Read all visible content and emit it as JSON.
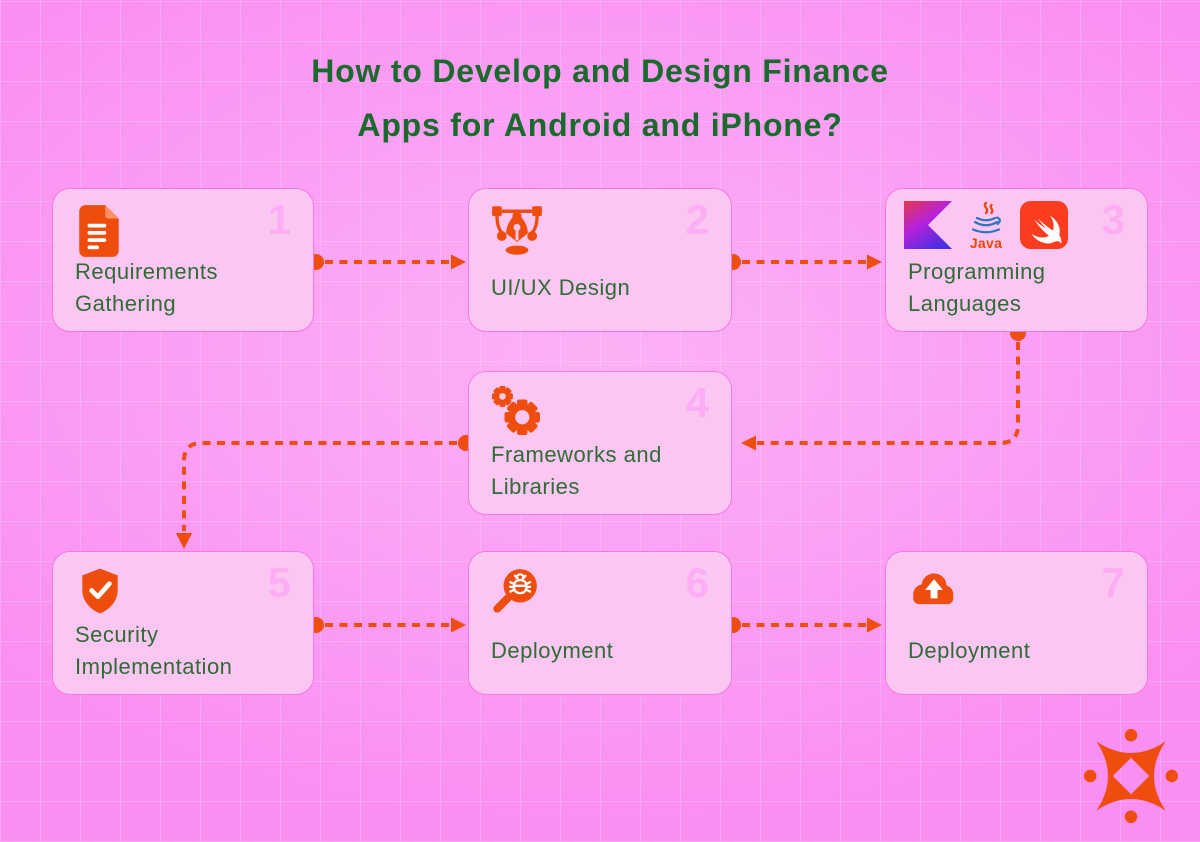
{
  "title": {
    "line1": "How to Develop and Design Finance",
    "line2": "Apps for Android and iPhone?"
  },
  "steps": [
    {
      "number": "1",
      "label": "Requirements Gathering",
      "icon": "document-icon"
    },
    {
      "number": "2",
      "label": "UI/UX Design",
      "icon": "pen-tool-icon"
    },
    {
      "number": "3",
      "label": "Programming Languages",
      "icon": "programming-language-logos"
    },
    {
      "number": "4",
      "label": "Frameworks and Libraries",
      "icon": "gears-icon"
    },
    {
      "number": "5",
      "label": "Security Implementation",
      "icon": "shield-check-icon"
    },
    {
      "number": "6",
      "label": "Deployment",
      "icon": "bug-search-icon"
    },
    {
      "number": "7",
      "label": "Deployment",
      "icon": "cloud-upload-icon"
    }
  ],
  "logos": [
    {
      "name": "kotlin-logo"
    },
    {
      "name": "java-logo",
      "caption": "Java"
    },
    {
      "name": "swift-logo"
    }
  ],
  "flow": [
    "1-2",
    "2-3",
    "3-4",
    "4-5",
    "5-6",
    "6-7"
  ],
  "colors": {
    "background": "#fa8ff2",
    "card_background": "#fbc7f2",
    "card_border": "#f678e2",
    "accent_orange": "#ef4d0e",
    "title_green": "#1a6a2d",
    "label_green": "#2f6b34",
    "number_pink": "#fdadf3",
    "swift_red": "#fb3c1f",
    "java_blue": "#2f74c0"
  }
}
